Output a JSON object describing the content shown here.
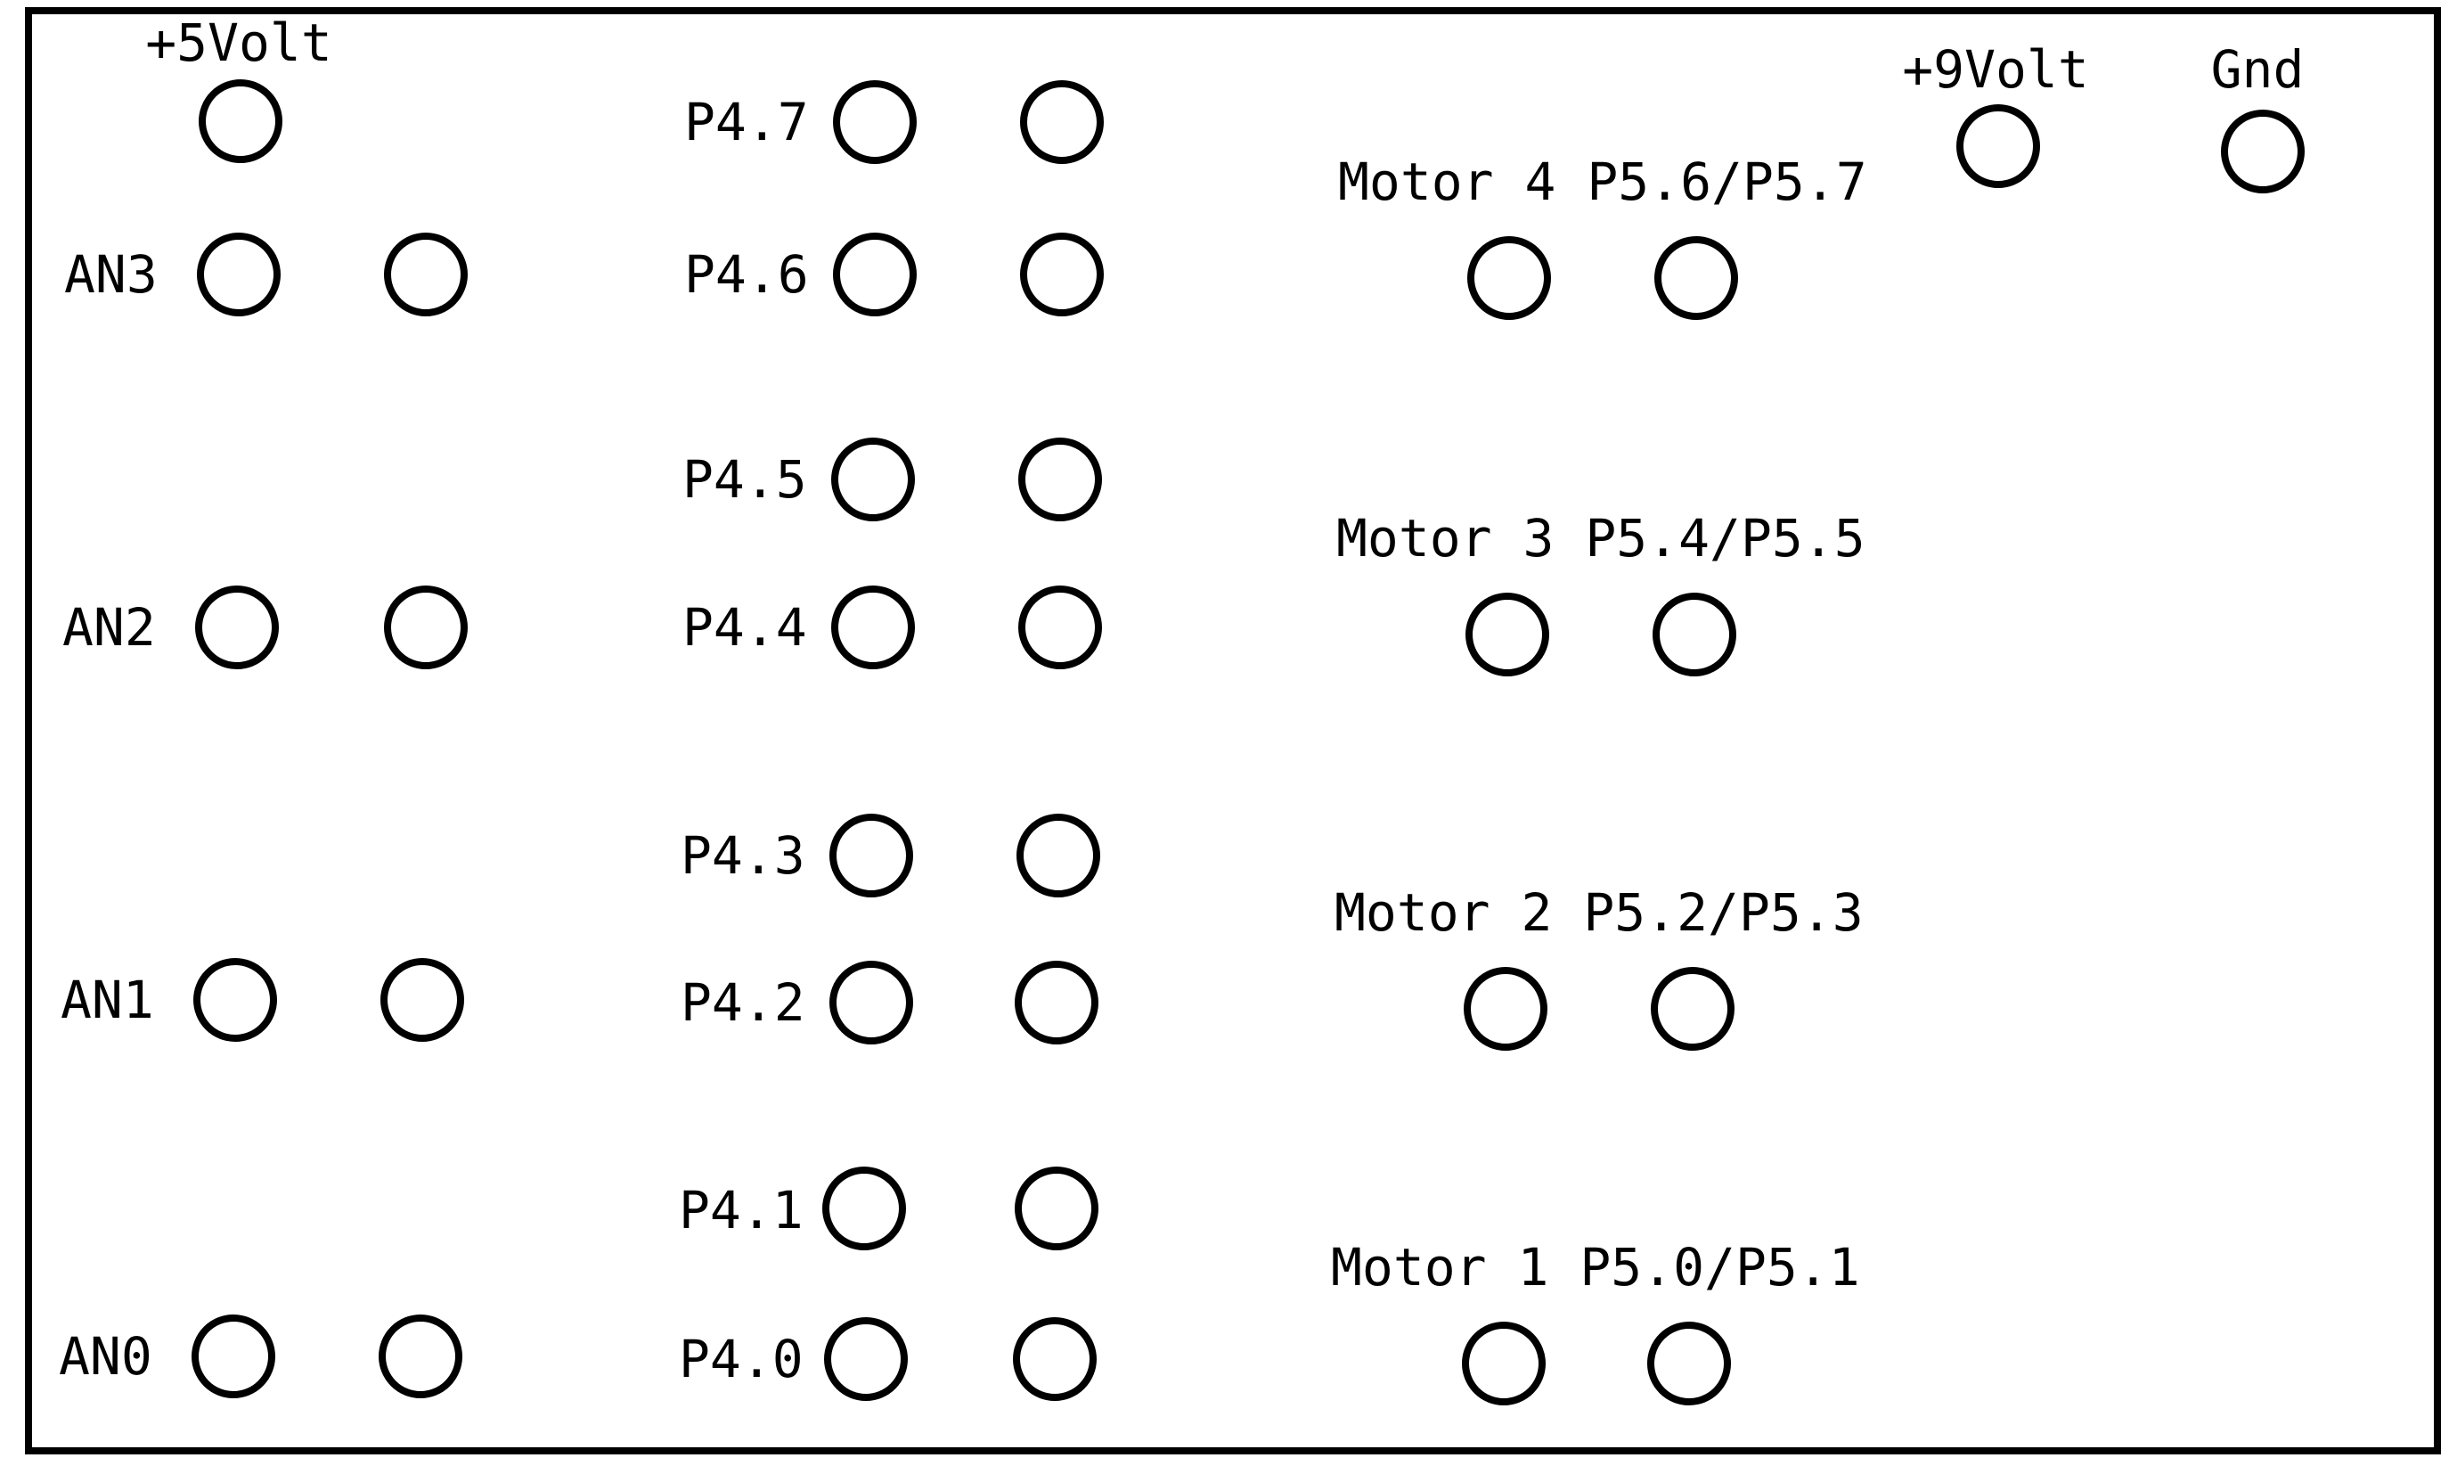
{
  "power": {
    "plus5_label": "+5Volt",
    "plus9_label": "+9Volt",
    "gnd_label": "Gnd"
  },
  "analog": {
    "an3": "AN3",
    "an2": "AN2",
    "an1": "AN1",
    "an0": "AN0"
  },
  "port4": {
    "p47": "P4.7",
    "p46": "P4.6",
    "p45": "P4.5",
    "p44": "P4.4",
    "p43": "P4.3",
    "p42": "P4.2",
    "p41": "P4.1",
    "p40": "P4.0"
  },
  "motors": {
    "m4": "Motor 4 P5.6/P5.7",
    "m3": "Motor 3 P5.4/P5.5",
    "m2": "Motor 2 P5.2/P5.3",
    "m1": "Motor 1 P5.0/P5.1"
  },
  "colors": {
    "ink": "#000000",
    "background": "#ffffff"
  }
}
